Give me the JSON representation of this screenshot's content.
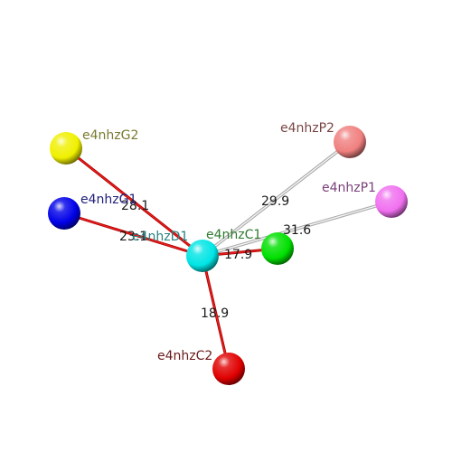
{
  "atoms": [
    {
      "id": "D1",
      "label": "e4nhzD1",
      "color": "#00e5e5",
      "label_color": "#2a8080"
    },
    {
      "id": "C1",
      "label": "e4nhzC1",
      "color": "#00e000",
      "label_color": "#2f7a2f"
    },
    {
      "id": "G2",
      "label": "e4nhzG2",
      "color": "#f0f000",
      "label_color": "#7a7a30"
    },
    {
      "id": "G1",
      "label": "e4nhzG1",
      "color": "#0000e8",
      "label_color": "#20207a"
    },
    {
      "id": "P2",
      "label": "e4nhzP2",
      "color": "#f08080",
      "label_color": "#7a4545"
    },
    {
      "id": "P1",
      "label": "e4nhzP1",
      "color": "#f070f0",
      "label_color": "#7a407a"
    },
    {
      "id": "C2",
      "label": "e4nhzC2",
      "color": "#e00000",
      "label_color": "#6a1a1a"
    }
  ],
  "bonds": [
    {
      "from": "D1",
      "to": "G2",
      "distance": "28.1",
      "style": "red"
    },
    {
      "from": "D1",
      "to": "G1",
      "distance": "23.1",
      "style": "red"
    },
    {
      "from": "D1",
      "to": "C1",
      "distance": "17.9",
      "style": "red"
    },
    {
      "from": "D1",
      "to": "C2",
      "distance": "18.9",
      "style": "red"
    },
    {
      "from": "D1",
      "to": "P2",
      "distance": "29.9",
      "style": "grey"
    },
    {
      "from": "D1",
      "to": "P1",
      "distance": "31.6",
      "style": "grey"
    }
  ]
}
